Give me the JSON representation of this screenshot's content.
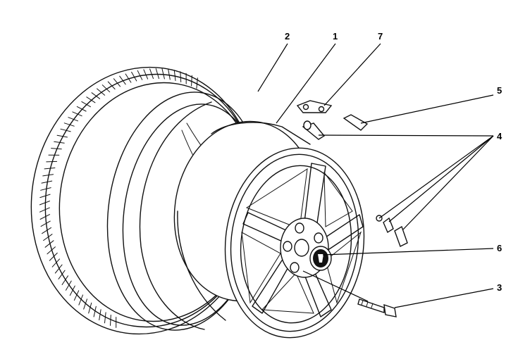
{
  "callouts": [
    {
      "id": "2",
      "label": "2"
    },
    {
      "id": "1",
      "label": "1"
    },
    {
      "id": "7",
      "label": "7"
    },
    {
      "id": "5",
      "label": "5"
    },
    {
      "id": "4",
      "label": "4"
    },
    {
      "id": "6",
      "label": "6"
    },
    {
      "id": "3",
      "label": "3"
    }
  ]
}
